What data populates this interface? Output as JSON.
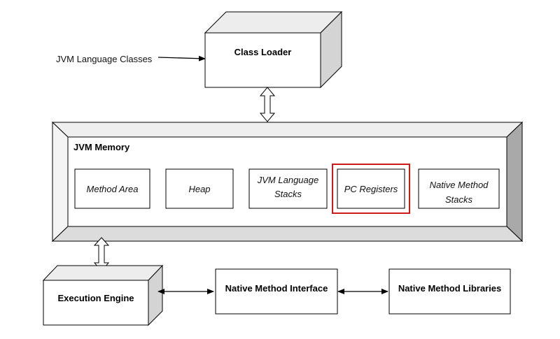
{
  "input_label": "JVM Language Classes",
  "class_loader": {
    "label": "Class Loader"
  },
  "jvm_memory": {
    "title": "JVM Memory",
    "areas": [
      {
        "id": "method-area",
        "lines": [
          "Method Area"
        ]
      },
      {
        "id": "heap",
        "lines": [
          "Heap"
        ]
      },
      {
        "id": "jvm-language-stacks",
        "lines": [
          "JVM Language",
          "Stacks"
        ]
      },
      {
        "id": "pc-registers",
        "lines": [
          "PC Registers"
        ],
        "highlighted": true
      },
      {
        "id": "native-method-stacks",
        "lines": [
          "Native Method",
          "Stacks"
        ]
      }
    ]
  },
  "execution_engine": {
    "label": "Execution Engine"
  },
  "native_interface": {
    "label": "Native Method Interface"
  },
  "native_libraries": {
    "label": "Native Method Libraries"
  },
  "colors": {
    "stroke": "#000000",
    "box_fill": "#ffffff",
    "bevel_top": "#ededed",
    "bevel_side": "#d9d9d9",
    "bevel_shadow": "#a6a6a6",
    "highlight": "#d0191b"
  }
}
